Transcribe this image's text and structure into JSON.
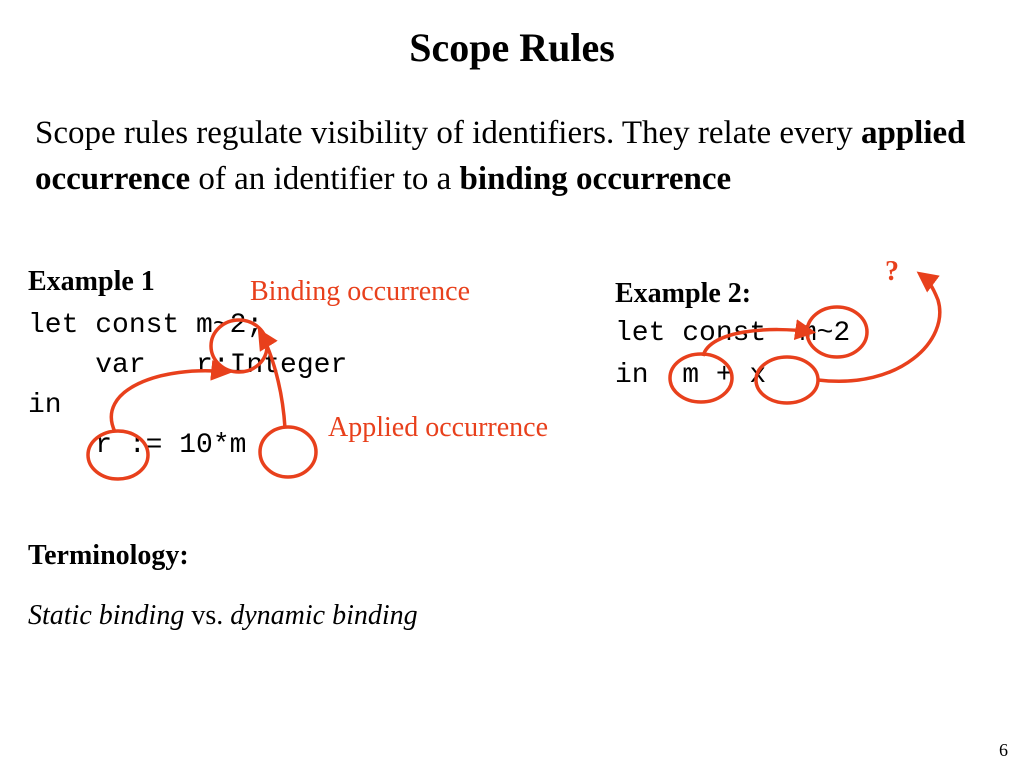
{
  "slide": {
    "title": "Scope Rules",
    "intro": {
      "part1": "Scope rules regulate visibility of identifiers. They relate every ",
      "bold1": "applied occurrence",
      "part2": "  of an identifier to a ",
      "bold2": "binding occurrence"
    },
    "example1": {
      "heading": "Example 1",
      "code_lines": [
        "let const m~2;",
        "    var   r:Integer",
        "in",
        "    r := 10*m"
      ],
      "binding_label": "Binding occurrence",
      "applied_label": "Applied occurrence"
    },
    "example2": {
      "heading": "Example 2:",
      "code_lines": [
        "let const  m~2",
        "in  m + x"
      ],
      "question_mark": "?"
    },
    "terminology": {
      "heading": "Terminology:",
      "static": "Static binding",
      "vs": " vs. ",
      "dynamic": "dynamic binding"
    },
    "page_number": "6"
  },
  "colors": {
    "annotation_red": "#e8401c",
    "text": "#000000",
    "background": "#ffffff"
  }
}
